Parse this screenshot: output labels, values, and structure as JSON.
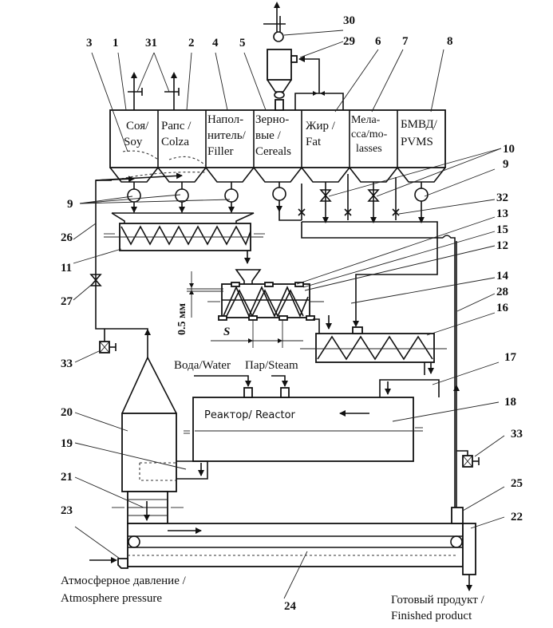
{
  "figure": {
    "title": "Flow diagram of feed processing line with reactor (bilingual Russian/English)",
    "hoppers": [
      {
        "id": "1",
        "line1": "Соя/",
        "line2": "Soy"
      },
      {
        "id": "2",
        "line1": "Рапс /",
        "line2": "Colza"
      },
      {
        "id": "4",
        "line1": "Напол-",
        "line2": "нитель/",
        "line3": "Filler"
      },
      {
        "id": "5",
        "line1": "Зерно-",
        "line2": "вые /",
        "line3": "Cereals"
      },
      {
        "id": "6",
        "line1": "Жир /",
        "line2": "Fat"
      },
      {
        "id": "7",
        "line1": "Мела-",
        "line2": "сса/mo-",
        "line3": "lasses"
      },
      {
        "id": "8",
        "line1": "БМВД/",
        "line2": "PVMS"
      }
    ],
    "callouts": [
      "1",
      "2",
      "3",
      "4",
      "5",
      "6",
      "7",
      "8",
      "9",
      "9b",
      "10",
      "11",
      "12",
      "13",
      "14",
      "15",
      "16",
      "17",
      "18",
      "19",
      "20",
      "21",
      "22",
      "23",
      "24",
      "25",
      "26",
      "27",
      "28",
      "29",
      "30",
      "31",
      "32",
      "33",
      "33b"
    ],
    "callout_text": {
      "n1": "1",
      "n2": "2",
      "n3": "3",
      "n4": "4",
      "n5": "5",
      "n6": "6",
      "n7": "7",
      "n8": "8",
      "n9": "9",
      "n10": "10",
      "n11": "11",
      "n12": "12",
      "n13": "13",
      "n14": "14",
      "n15": "15",
      "n16": "16",
      "n17": "17",
      "n18": "18",
      "n19": "19",
      "n20": "20",
      "n21": "21",
      "n22": "22",
      "n23": "23",
      "n24": "24",
      "n25": "25",
      "n26": "26",
      "n27": "27",
      "n28": "28",
      "n29": "29",
      "n30": "30",
      "n31": "31",
      "n32": "32",
      "n33": "33"
    },
    "dimensions": {
      "gap_label": "0.5 мм",
      "pitch_label": "S"
    },
    "inputs": {
      "water": "Вода/Water",
      "steam": "Пар/Steam"
    },
    "reactor_label": "Реактор/ Reactor",
    "atmosphere": {
      "line1": "Атмосферное давление /",
      "line2": "Atmosphere pressure"
    },
    "product": {
      "line1": "Готовый продукт /",
      "line2": "Finished product"
    }
  }
}
